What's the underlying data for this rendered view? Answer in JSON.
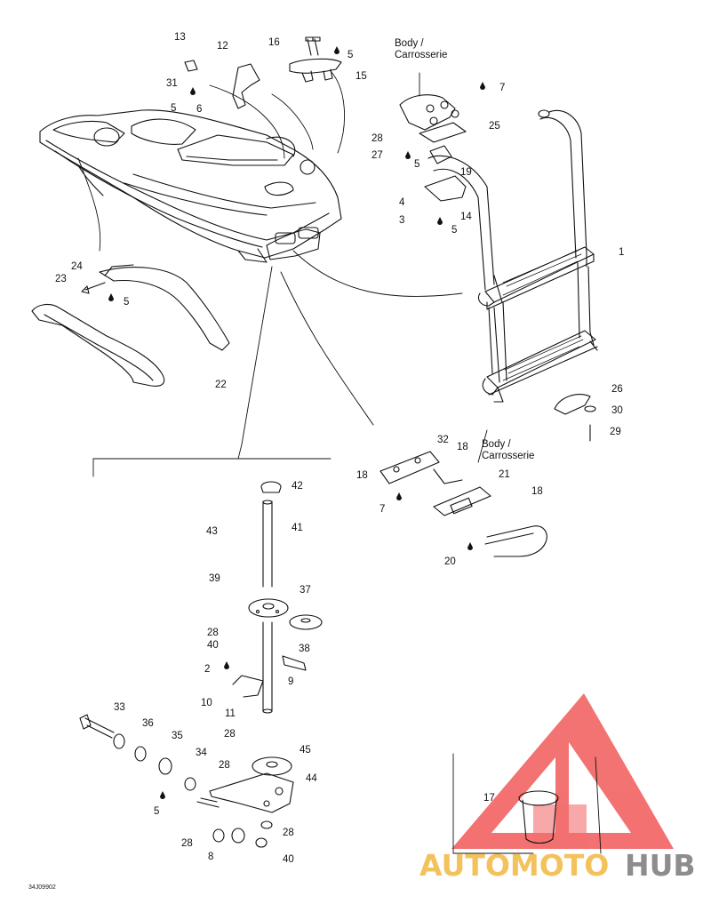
{
  "diagram": {
    "callouts": [
      {
        "id": "c13",
        "text": "13"
      },
      {
        "id": "c12",
        "text": "12"
      },
      {
        "id": "c16",
        "text": "16"
      },
      {
        "id": "c5a",
        "text": "5"
      },
      {
        "id": "c15",
        "text": "15"
      },
      {
        "id": "c31",
        "text": "31"
      },
      {
        "id": "c5b",
        "text": "5"
      },
      {
        "id": "c6",
        "text": "6"
      },
      {
        "id": "c7a",
        "text": "7"
      },
      {
        "id": "c25",
        "text": "25"
      },
      {
        "id": "c28a",
        "text": "28"
      },
      {
        "id": "c27",
        "text": "27"
      },
      {
        "id": "c5c",
        "text": "5"
      },
      {
        "id": "c19",
        "text": "19"
      },
      {
        "id": "c4",
        "text": "4"
      },
      {
        "id": "c14",
        "text": "14"
      },
      {
        "id": "c3",
        "text": "3"
      },
      {
        "id": "c5d",
        "text": "5"
      },
      {
        "id": "c1",
        "text": "1"
      },
      {
        "id": "c24",
        "text": "24"
      },
      {
        "id": "c23",
        "text": "23"
      },
      {
        "id": "c5e",
        "text": "5"
      },
      {
        "id": "c22",
        "text": "22"
      },
      {
        "id": "c26",
        "text": "26"
      },
      {
        "id": "c30",
        "text": "30"
      },
      {
        "id": "c29",
        "text": "29"
      },
      {
        "id": "c32",
        "text": "32"
      },
      {
        "id": "c18a",
        "text": "18"
      },
      {
        "id": "c18b",
        "text": "18"
      },
      {
        "id": "c21",
        "text": "21"
      },
      {
        "id": "c18c",
        "text": "18"
      },
      {
        "id": "c7b",
        "text": "7"
      },
      {
        "id": "c20",
        "text": "20"
      },
      {
        "id": "c42",
        "text": "42"
      },
      {
        "id": "c43",
        "text": "43"
      },
      {
        "id": "c41",
        "text": "41"
      },
      {
        "id": "c39",
        "text": "39"
      },
      {
        "id": "c37",
        "text": "37"
      },
      {
        "id": "c28b",
        "text": "28"
      },
      {
        "id": "c40a",
        "text": "40"
      },
      {
        "id": "c38",
        "text": "38"
      },
      {
        "id": "c2",
        "text": "2"
      },
      {
        "id": "c9",
        "text": "9"
      },
      {
        "id": "c10",
        "text": "10"
      },
      {
        "id": "c11",
        "text": "11"
      },
      {
        "id": "c33",
        "text": "33"
      },
      {
        "id": "c36",
        "text": "36"
      },
      {
        "id": "c28c",
        "text": "28"
      },
      {
        "id": "c35",
        "text": "35"
      },
      {
        "id": "c45",
        "text": "45"
      },
      {
        "id": "c34",
        "text": "34"
      },
      {
        "id": "c28d",
        "text": "28"
      },
      {
        "id": "c44",
        "text": "44"
      },
      {
        "id": "c5f",
        "text": "5"
      },
      {
        "id": "c28e",
        "text": "28"
      },
      {
        "id": "c28f",
        "text": "28"
      },
      {
        "id": "c8",
        "text": "8"
      },
      {
        "id": "c40b",
        "text": "40"
      },
      {
        "id": "c17",
        "text": "17"
      }
    ],
    "body_label_top": [
      "Body /",
      "Carrosserie"
    ],
    "body_label_mid": [
      "Body /",
      "Carrosserie"
    ],
    "drawing_code": "34J09902"
  },
  "watermark": {
    "brand_part1": "AUTOMOTO",
    "brand_part2": "HUB",
    "triangle_color": "#ef3b3b",
    "text_color_1": "#f3c25c",
    "text_color_2": "#8d8d8d"
  }
}
